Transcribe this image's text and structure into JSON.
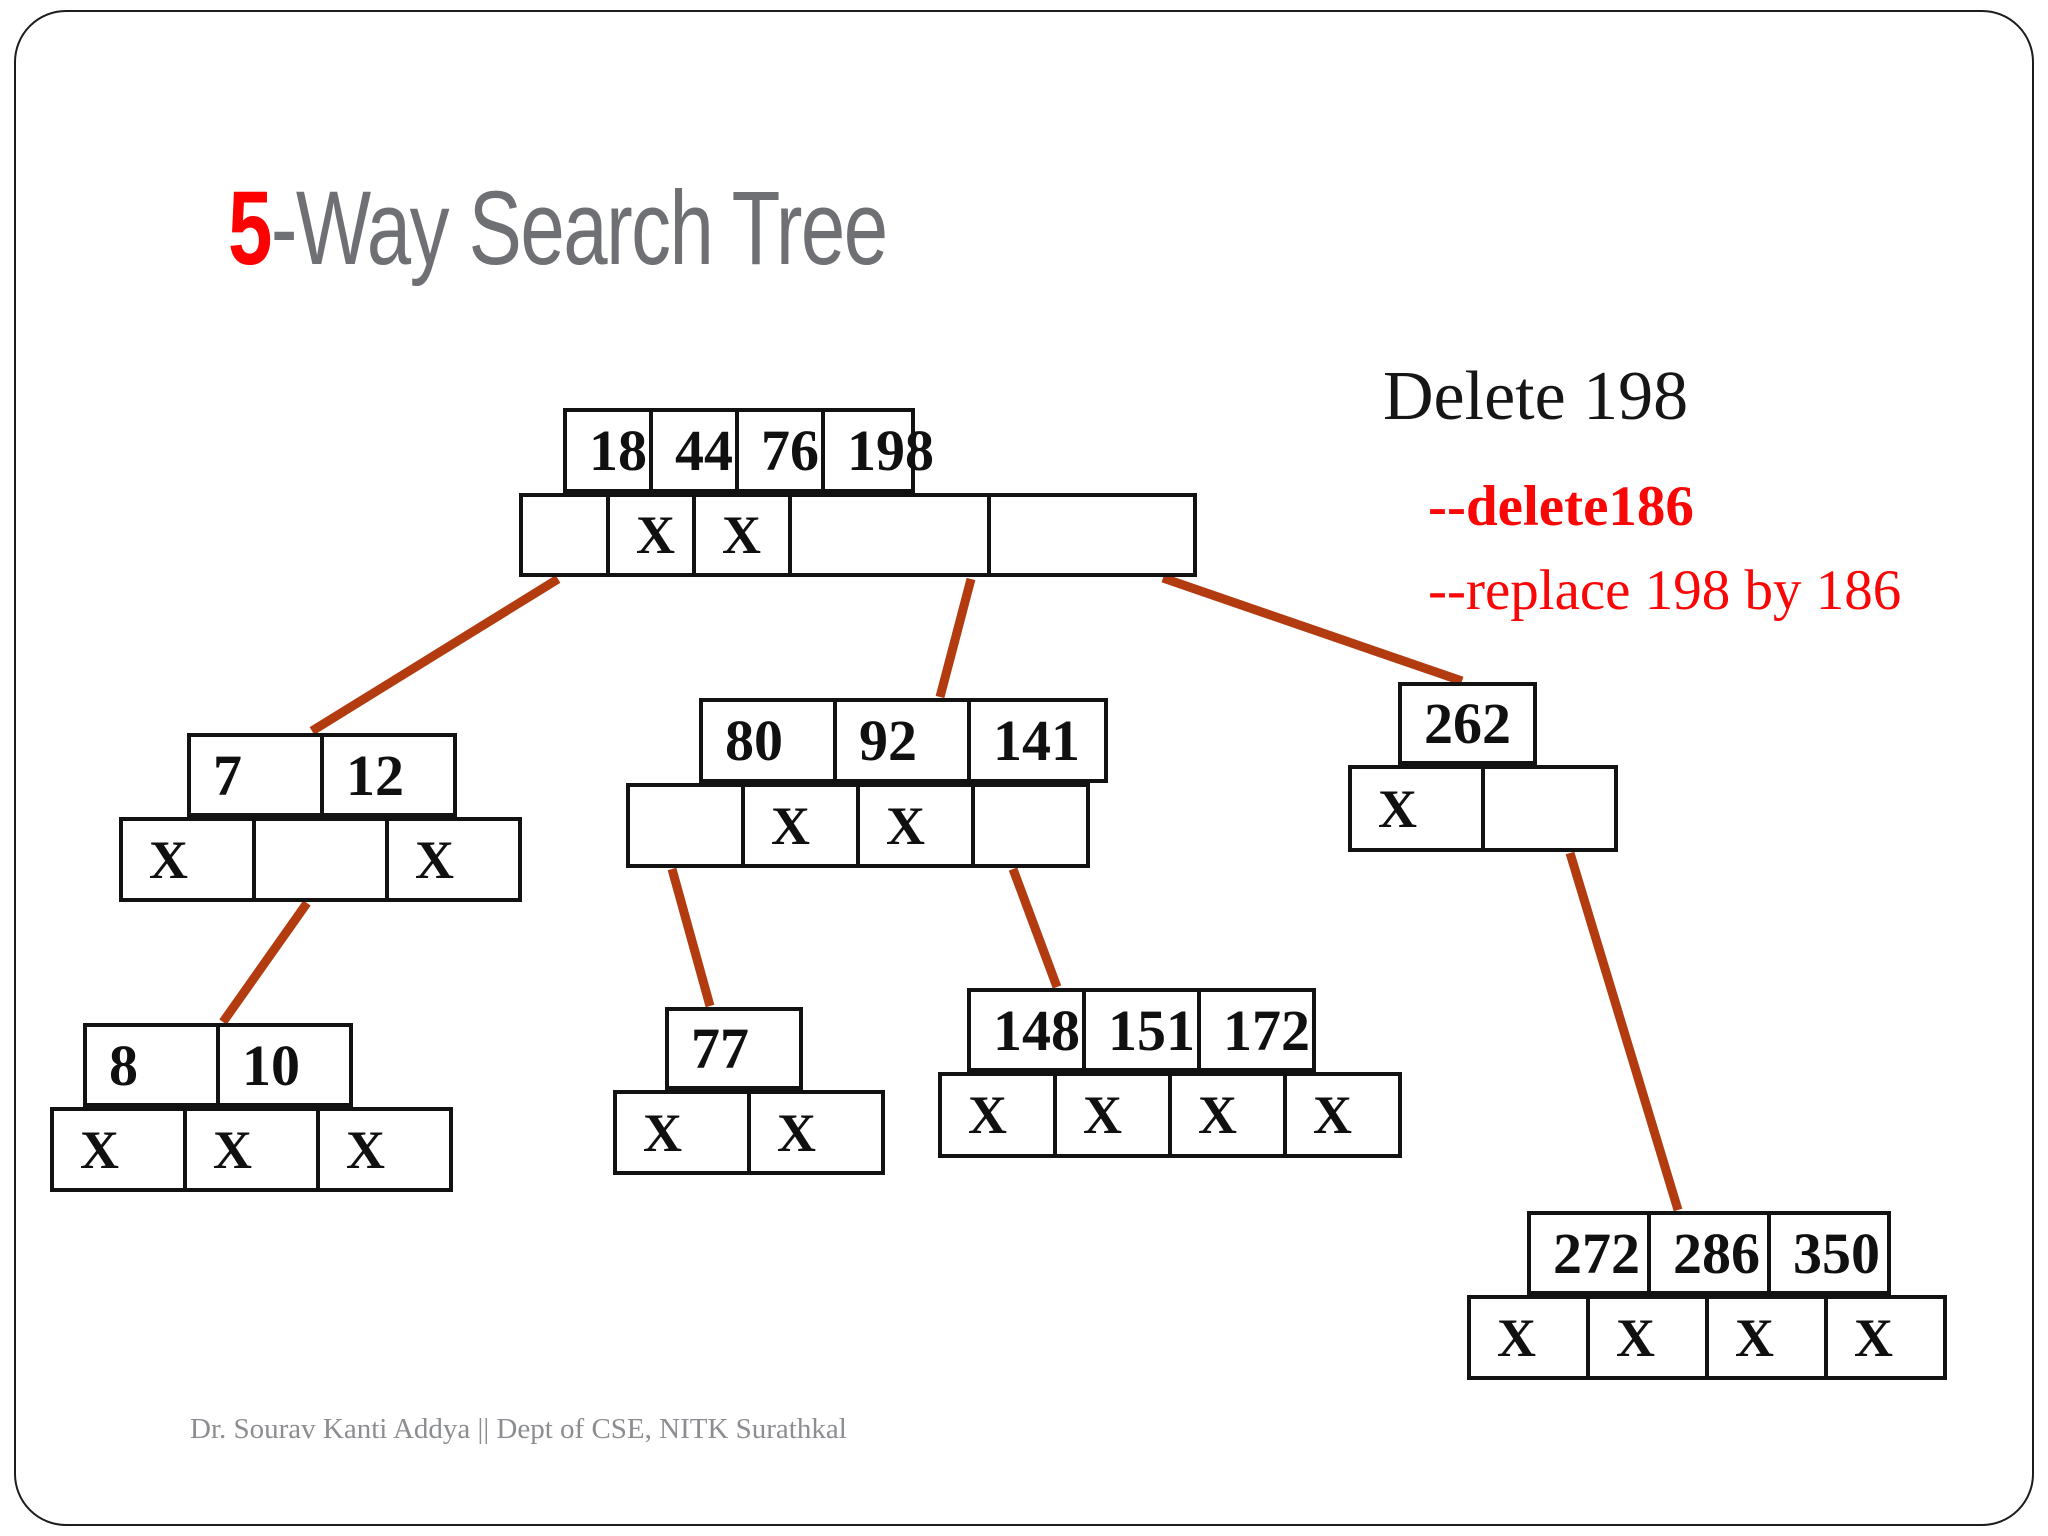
{
  "slide": {
    "title": {
      "number": "5",
      "rest": "-Way Search Tree"
    },
    "annotation": {
      "heading": "Delete 198",
      "line1": "--delete186",
      "line2": "--replace 198 by 186"
    },
    "footer": "Dr. Sourav Kanti Addya || Dept of CSE, NITK Surathkal"
  },
  "colors": {
    "edge": "#b23b10",
    "title_accent": "#ff0000",
    "title_gray": "#6f7073",
    "annotation_red": "#f90606",
    "footer_gray": "#8b8d90"
  },
  "tree": {
    "nodes": [
      {
        "id": "root",
        "keys": [
          "18",
          "44",
          "76",
          "198"
        ],
        "pointers": [
          "",
          "X",
          "X",
          "",
          ""
        ]
      },
      {
        "id": "left",
        "keys": [
          "7",
          "12"
        ],
        "pointers": [
          "X",
          "",
          "X"
        ]
      },
      {
        "id": "left-child",
        "keys": [
          "8",
          "10"
        ],
        "pointers": [
          "X",
          "X",
          "X"
        ]
      },
      {
        "id": "middle",
        "keys": [
          "80",
          "92",
          "141"
        ],
        "pointers": [
          "",
          "X",
          "X",
          ""
        ]
      },
      {
        "id": "middle-left",
        "keys": [
          "77"
        ],
        "pointers": [
          "X",
          "X"
        ]
      },
      {
        "id": "middle-right",
        "keys": [
          "148",
          "151",
          "172"
        ],
        "pointers": [
          "X",
          "X",
          "X",
          "X"
        ]
      },
      {
        "id": "right",
        "keys": [
          "262"
        ],
        "pointers": [
          "X",
          ""
        ]
      },
      {
        "id": "right-child",
        "keys": [
          "272",
          "286",
          "350"
        ],
        "pointers": [
          "X",
          "X",
          "X",
          "X"
        ]
      }
    ]
  }
}
